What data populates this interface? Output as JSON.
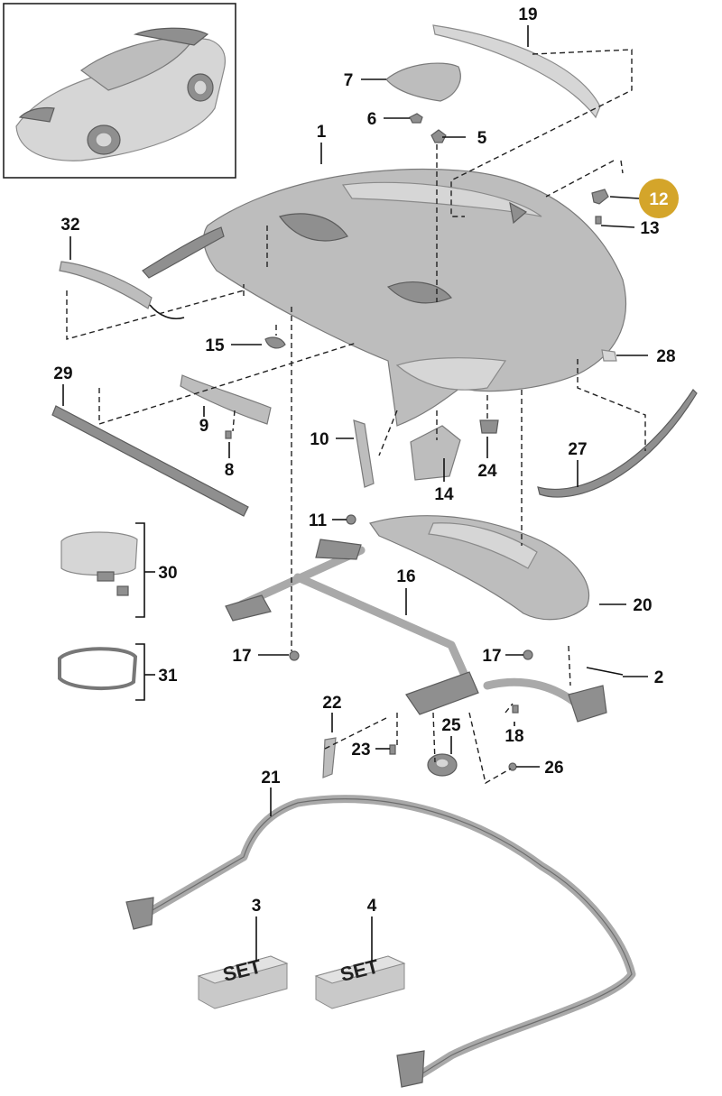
{
  "callouts": {
    "p1": "1",
    "p2": "2",
    "p3": "3",
    "p4": "4",
    "p5": "5",
    "p6": "6",
    "p7": "7",
    "p8": "8",
    "p9": "9",
    "p10": "10",
    "p11": "11",
    "p12": "12",
    "p13": "13",
    "p14": "14",
    "p15": "15",
    "p16": "16",
    "p17a": "17",
    "p17b": "17",
    "p18": "18",
    "p19": "19",
    "p20": "20",
    "p21": "21",
    "p22": "22",
    "p23": "23",
    "p24": "24",
    "p25": "25",
    "p26": "26",
    "p27": "27",
    "p28": "28",
    "p29": "29",
    "p30": "30",
    "p31": "31",
    "p32": "32"
  },
  "sets": {
    "set3": "SET",
    "set4": "SET"
  },
  "highlight": {
    "callout": "12",
    "color": "#d4a52a"
  },
  "colors": {
    "part_fill": "#bdbdbd",
    "line": "#111111"
  }
}
